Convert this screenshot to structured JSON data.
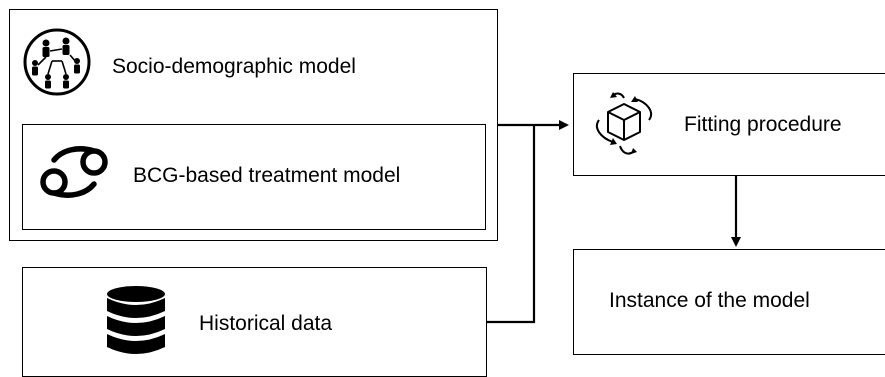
{
  "diagram": {
    "nodes": {
      "socio_demographic": {
        "label": "Socio-demographic model",
        "icon": "people-network-icon"
      },
      "bcg_treatment": {
        "label": "BCG-based treatment model",
        "icon": "cancer-zodiac-icon"
      },
      "historical_data": {
        "label": "Historical data",
        "icon": "database-icon"
      },
      "fitting_procedure": {
        "label": "Fitting procedure",
        "icon": "rotating-cube-icon"
      },
      "instance_model": {
        "label": "Instance of the model"
      }
    },
    "edges": [
      {
        "from": "model_group",
        "to": "fitting_procedure"
      },
      {
        "from": "historical_data",
        "to": "fitting_procedure"
      },
      {
        "from": "fitting_procedure",
        "to": "instance_model"
      }
    ]
  }
}
